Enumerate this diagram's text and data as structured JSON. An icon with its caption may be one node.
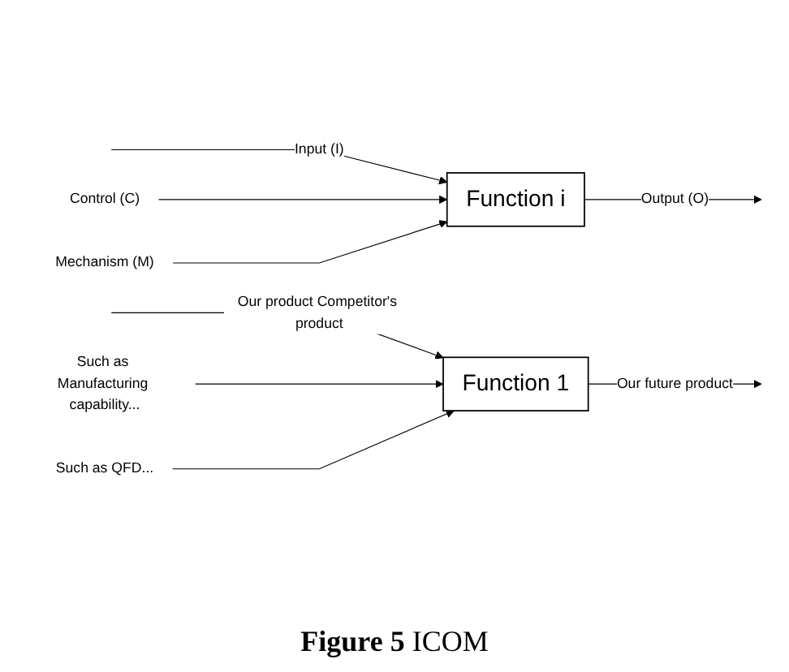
{
  "diagram": {
    "caption": "**Figure 5** ICOM",
    "nodes": [
      {
        "text": [
          "Control (C)"
        ]
      },
      {
        "text": [
          "Function i"
        ]
      },
      {
        "text": [
          "Mechanism (M)"
        ]
      },
      {
        "text": [
          "Such as Manufacturing capability..."
        ]
      },
      {
        "text": [
          "Function 1"
        ]
      },
      {
        "text": [
          "Such as QFD..."
        ]
      }
    ],
    "edges": [
      {
        "from": null,
        "to": 1,
        "arrow": "to",
        "label": "Input (I)"
      },
      {
        "from": 1,
        "to": null,
        "arrow": "to",
        "label": "Output (O)"
      },
      {
        "from": 0,
        "to": 1,
        "arrow": "to"
      },
      {
        "from": 2,
        "to": 1,
        "arrow": "to"
      },
      {
        "from": null,
        "to": 4,
        "arrow": "to",
        "label": "Our product Competitor's product"
      },
      {
        "from": 4,
        "to": null,
        "arrow": "to",
        "label": "Our future product"
      },
      {
        "from": 3,
        "to": 4,
        "arrow": "to"
      },
      {
        "from": 5,
        "to": 4,
        "arrow": "to"
      }
    ]
  }
}
